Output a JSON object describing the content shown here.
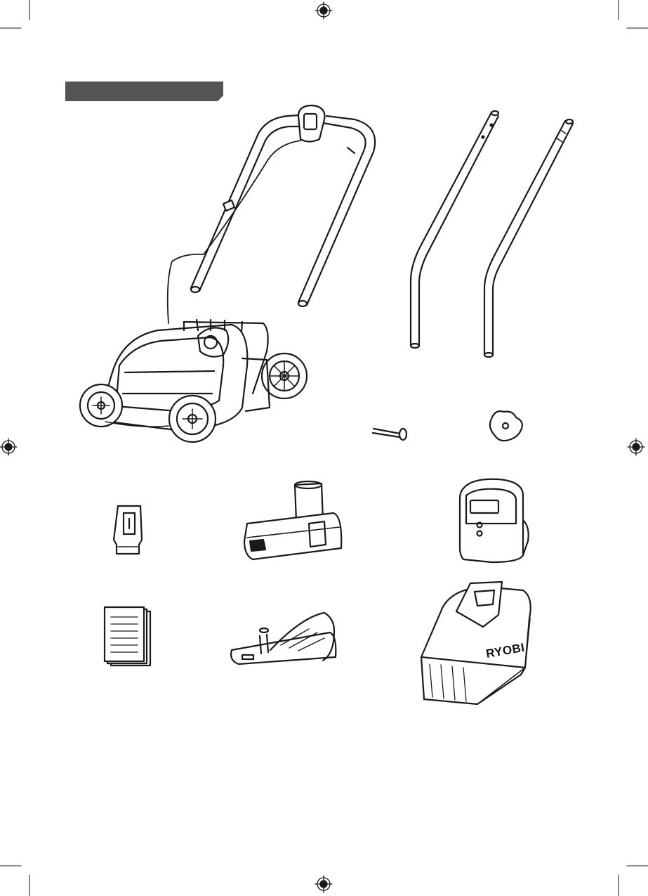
{
  "brand": {
    "logo_text": "RYOBI"
  },
  "colors": {
    "header_bar": "#555555",
    "accessory_panel": "#d4d4d4",
    "outline": "#1a1a1a"
  },
  "items": [
    {
      "name": "mower-body"
    },
    {
      "name": "upper-handle"
    },
    {
      "name": "lower-handle-left"
    },
    {
      "name": "lower-handle-right"
    },
    {
      "name": "pin"
    },
    {
      "name": "knob"
    },
    {
      "name": "safety-key"
    },
    {
      "name": "battery"
    },
    {
      "name": "charger"
    },
    {
      "name": "manual"
    },
    {
      "name": "mulching-plug"
    },
    {
      "name": "grass-bag"
    },
    {
      "name": "wrench-accessory"
    }
  ],
  "icons": [
    "registration-mark-icon",
    "shopping-cart-icon"
  ]
}
